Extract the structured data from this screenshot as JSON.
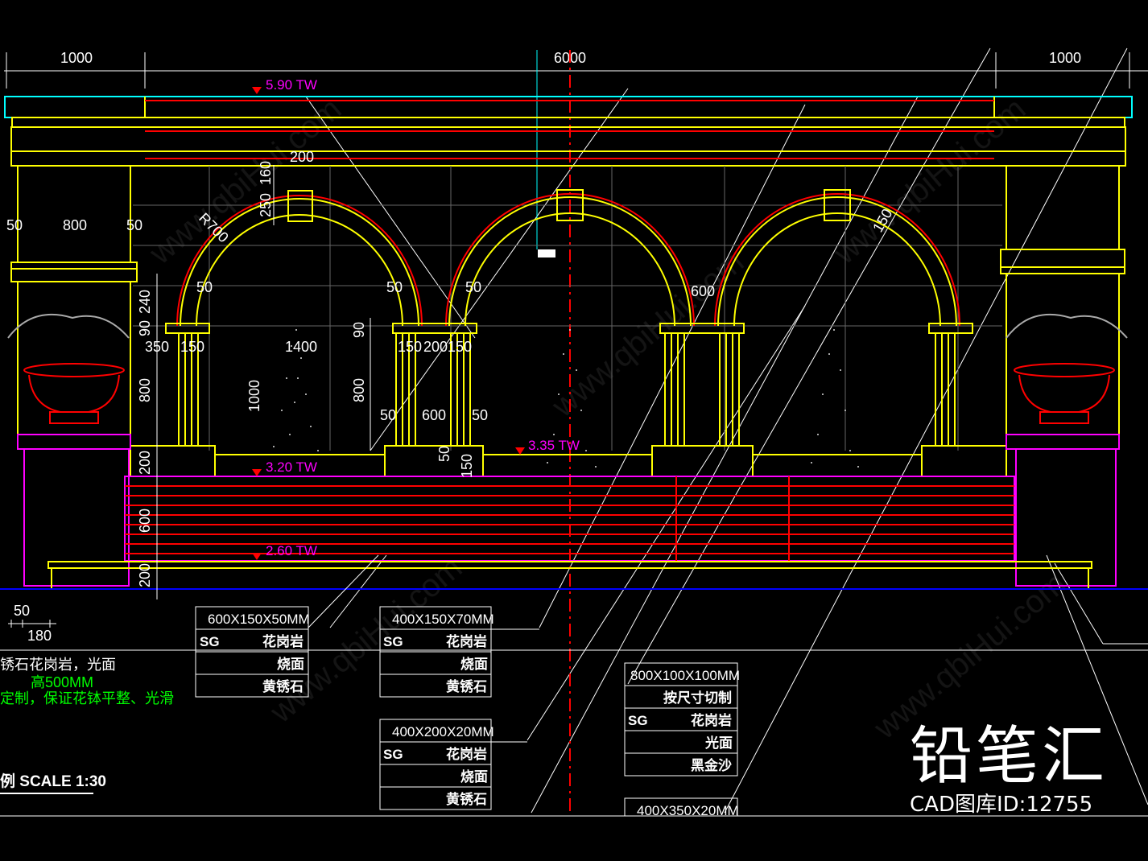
{
  "drawing": {
    "dimensions_top": [
      "1000",
      "6000",
      "1000"
    ],
    "dims": {
      "d200_top": "200",
      "d160": "160",
      "d250": "250",
      "r700": "R700",
      "d50a": "50",
      "d800a": "800",
      "d50b": "50",
      "d240": "240",
      "d90a": "90",
      "d350": "350",
      "d150a": "150",
      "d50c": "50",
      "d1400": "1400",
      "d90b": "90",
      "d50d": "50",
      "d150b": "150",
      "d200b": "200",
      "d150c": "150",
      "d50e": "50",
      "d800b": "800",
      "d1000": "1000",
      "d800c": "800",
      "d50f": "50",
      "d600a": "600",
      "d50g": "50",
      "d600b": "600",
      "d150d": "150",
      "d200c": "200",
      "d50h": "50",
      "d150e": "150",
      "d600c": "600",
      "d200d": "200",
      "d50i": "50",
      "d180": "180"
    },
    "levels": [
      "5.90 TW",
      "3.35 TW",
      "3.20 TW",
      "2.60 TW"
    ]
  },
  "notes": {
    "line1": "锈石花岗岩，光面",
    "line2": "高500MM",
    "line3": "定制，保证花钵平整、光滑",
    "scale": "例 SCALE 1:30"
  },
  "tables": [
    {
      "size": "600X150X50MM",
      "rows": [
        [
          "SG",
          "花岗岩"
        ],
        [
          "",
          "烧面"
        ],
        [
          "",
          "黄锈石"
        ]
      ]
    },
    {
      "size": "400X150X70MM",
      "rows": [
        [
          "SG",
          "花岗岩"
        ],
        [
          "",
          "烧面"
        ],
        [
          "",
          "黄锈石"
        ]
      ]
    },
    {
      "size": "400X200X20MM",
      "rows": [
        [
          "SG",
          "花岗岩"
        ],
        [
          "",
          "烧面"
        ],
        [
          "",
          "黄锈石"
        ]
      ]
    },
    {
      "size": "800X100X100MM",
      "rows": [
        [
          "",
          "按尺寸切制"
        ],
        [
          "SG",
          "花岗岩"
        ],
        [
          "",
          "光面"
        ],
        [
          "",
          "黑金沙"
        ]
      ]
    },
    {
      "size": "400X350X20MM",
      "rows": []
    }
  ],
  "brand": {
    "logo": "铅笔汇",
    "id": "CAD图库ID:12755"
  },
  "watermark": "www.qbiHui.com",
  "colors": {
    "yellow": "#ffff00",
    "cyan": "#00ffff",
    "red": "#ff0000",
    "magenta": "#ff00ff",
    "green": "#00ff00",
    "blue": "#0000ff"
  }
}
